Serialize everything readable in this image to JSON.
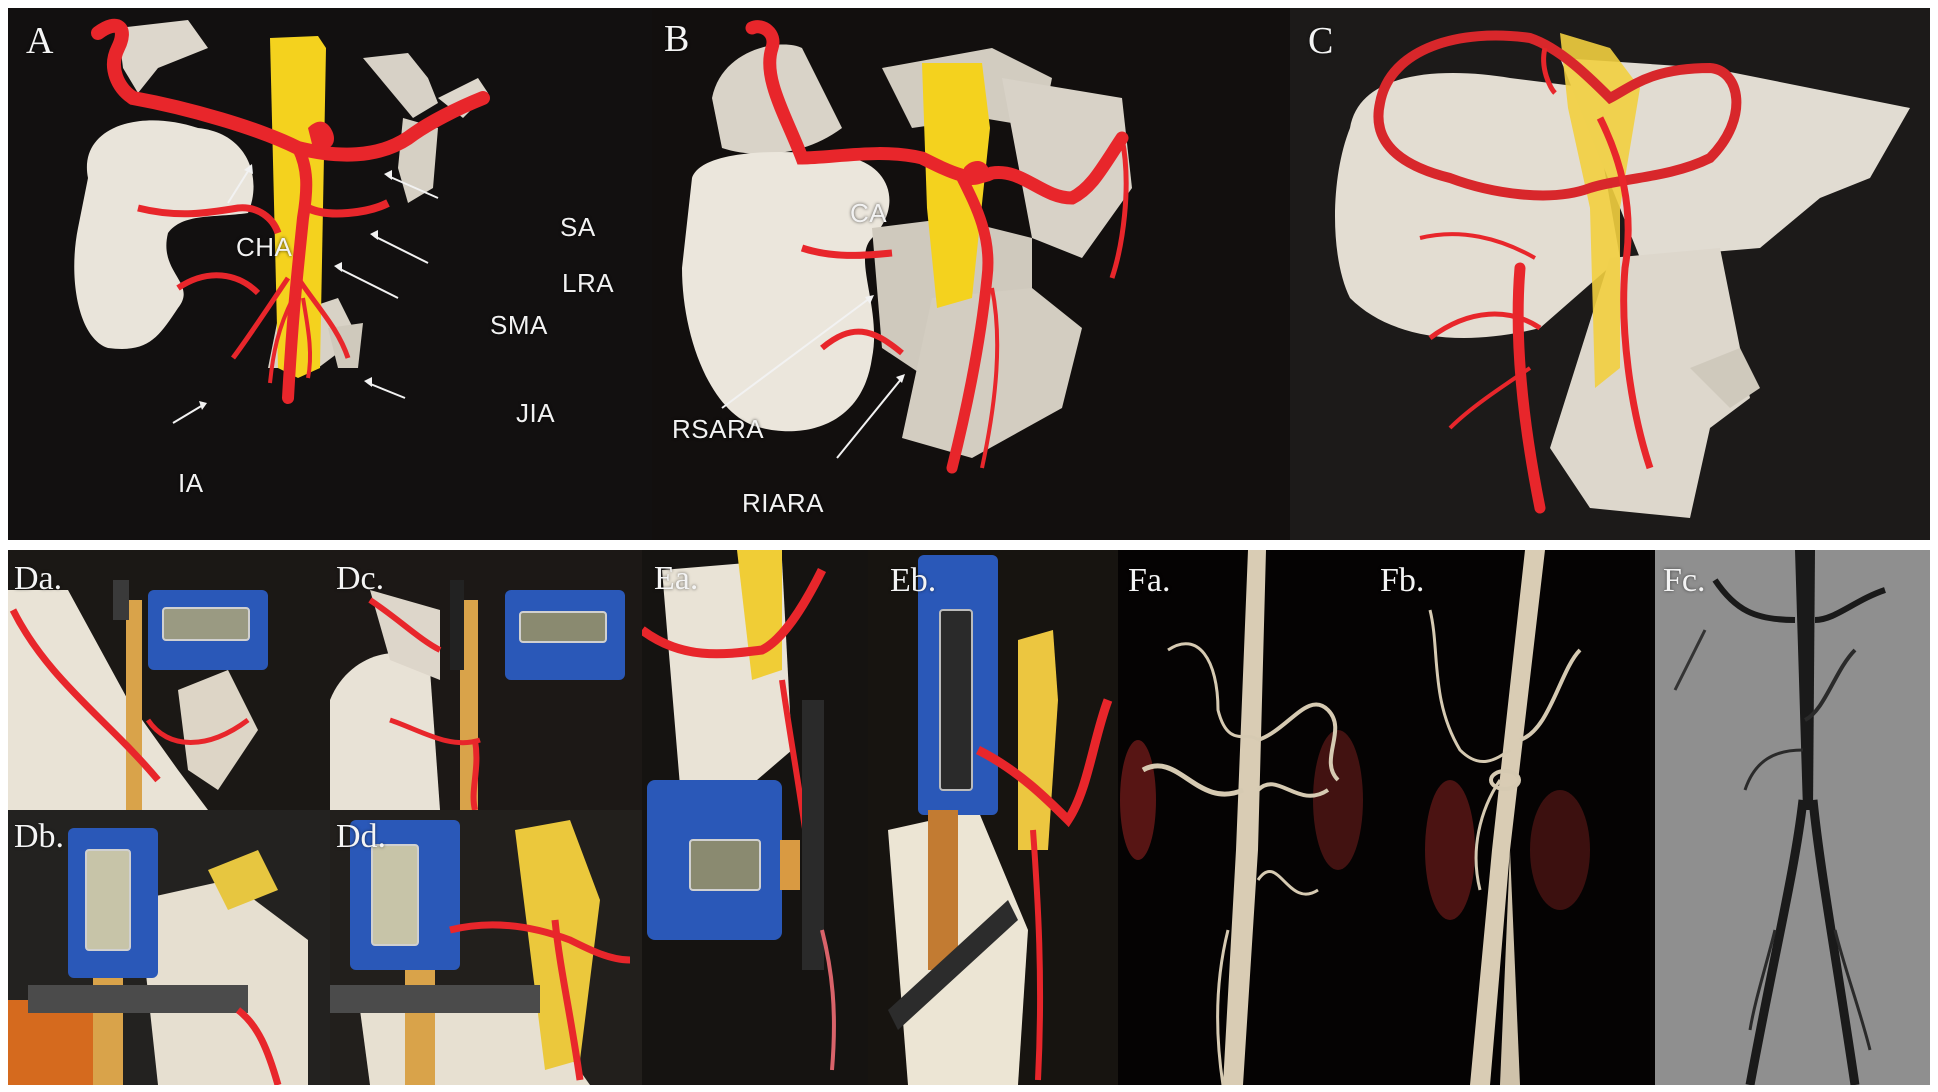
{
  "figure": {
    "panels": {
      "A": {
        "label": "A",
        "annotations": {
          "SA": "SA",
          "CHA": "CHA",
          "LRA": "LRA",
          "SMA": "SMA",
          "JIA": "JIA",
          "IA": "IA"
        }
      },
      "B": {
        "label": "B",
        "annotations": {
          "CA": "CA",
          "RSARA": "RSARA",
          "RIARA": "RIARA"
        }
      },
      "C": {
        "label": "C"
      },
      "Da": {
        "label": "Da."
      },
      "Db": {
        "label": "Db."
      },
      "Dc": {
        "label": "Dc."
      },
      "Dd": {
        "label": "Dd."
      },
      "Ea": {
        "label": "Ea."
      },
      "Eb": {
        "label": "Eb."
      },
      "Fa": {
        "label": "Fa."
      },
      "Fb": {
        "label": "Fb."
      },
      "Fc": {
        "label": "Fc."
      }
    },
    "colors": {
      "artery_red": "#e8262b",
      "aorta_yellow": "#f4d21e",
      "model_white": "#e9e4da",
      "background_black": "#111111",
      "caliper_blue": "#2a58b8",
      "angiogram_gray": "#8f8f8f"
    }
  }
}
